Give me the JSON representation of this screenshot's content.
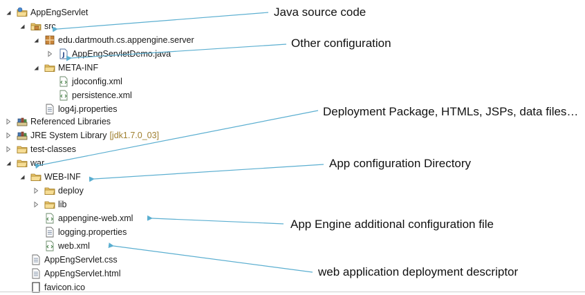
{
  "tree": {
    "items": [
      {
        "label": "AppEngServlet",
        "icon": "project-icon",
        "toggle": "expanded",
        "decoration": ""
      },
      {
        "label": "src",
        "icon": "source-folder-icon",
        "toggle": "expanded",
        "decoration": ""
      },
      {
        "label": "edu.dartmouth.cs.appengine.server",
        "icon": "package-icon",
        "toggle": "expanded",
        "decoration": ""
      },
      {
        "label": "AppEngServletDemo.java",
        "icon": "java-file-icon",
        "toggle": "collapsed",
        "decoration": ""
      },
      {
        "label": "META-INF",
        "icon": "folder-icon",
        "toggle": "expanded",
        "decoration": ""
      },
      {
        "label": "jdoconfig.xml",
        "icon": "xml-file-icon",
        "toggle": "none",
        "decoration": ""
      },
      {
        "label": "persistence.xml",
        "icon": "xml-file-icon",
        "toggle": "none",
        "decoration": ""
      },
      {
        "label": "log4j.properties",
        "icon": "text-file-icon",
        "toggle": "none",
        "decoration": ""
      },
      {
        "label": "Referenced Libraries",
        "icon": "library-icon",
        "toggle": "collapsed",
        "decoration": ""
      },
      {
        "label": "JRE System Library",
        "icon": "library-icon",
        "toggle": "collapsed",
        "decoration": "[jdk1.7.0_03]"
      },
      {
        "label": "test-classes",
        "icon": "folder-icon",
        "toggle": "collapsed",
        "decoration": ""
      },
      {
        "label": "war",
        "icon": "folder-icon",
        "toggle": "expanded",
        "decoration": ""
      },
      {
        "label": "WEB-INF",
        "icon": "folder-icon",
        "toggle": "expanded",
        "decoration": ""
      },
      {
        "label": "deploy",
        "icon": "folder-icon",
        "toggle": "collapsed",
        "decoration": ""
      },
      {
        "label": "lib",
        "icon": "folder-icon",
        "toggle": "collapsed",
        "decoration": ""
      },
      {
        "label": "appengine-web.xml",
        "icon": "xml-file-icon",
        "toggle": "none",
        "decoration": ""
      },
      {
        "label": "logging.properties",
        "icon": "text-file-icon",
        "toggle": "none",
        "decoration": ""
      },
      {
        "label": "web.xml",
        "icon": "xml-file-icon",
        "toggle": "none",
        "decoration": ""
      },
      {
        "label": "AppEngServlet.css",
        "icon": "text-file-icon",
        "toggle": "none",
        "decoration": ""
      },
      {
        "label": "AppEngServlet.html",
        "icon": "text-file-icon",
        "toggle": "none",
        "decoration": ""
      },
      {
        "label": "favicon.ico",
        "icon": "blank-file-icon",
        "toggle": "none",
        "decoration": ""
      }
    ]
  },
  "annotations": [
    {
      "text": "Java source code"
    },
    {
      "text": "Other configuration"
    },
    {
      "text": "Deployment Package, HTMLs, JSPs, data files…"
    },
    {
      "text": "App configuration Directory"
    },
    {
      "text": "App Engine  additional configuration file"
    },
    {
      "text": "web application deployment descriptor"
    }
  ],
  "colors": {
    "arrow": "#5aaed0",
    "folder": "#e8c46a",
    "package": "#c9853a",
    "library": "#7a6a3a",
    "decoration": "#a08030"
  }
}
